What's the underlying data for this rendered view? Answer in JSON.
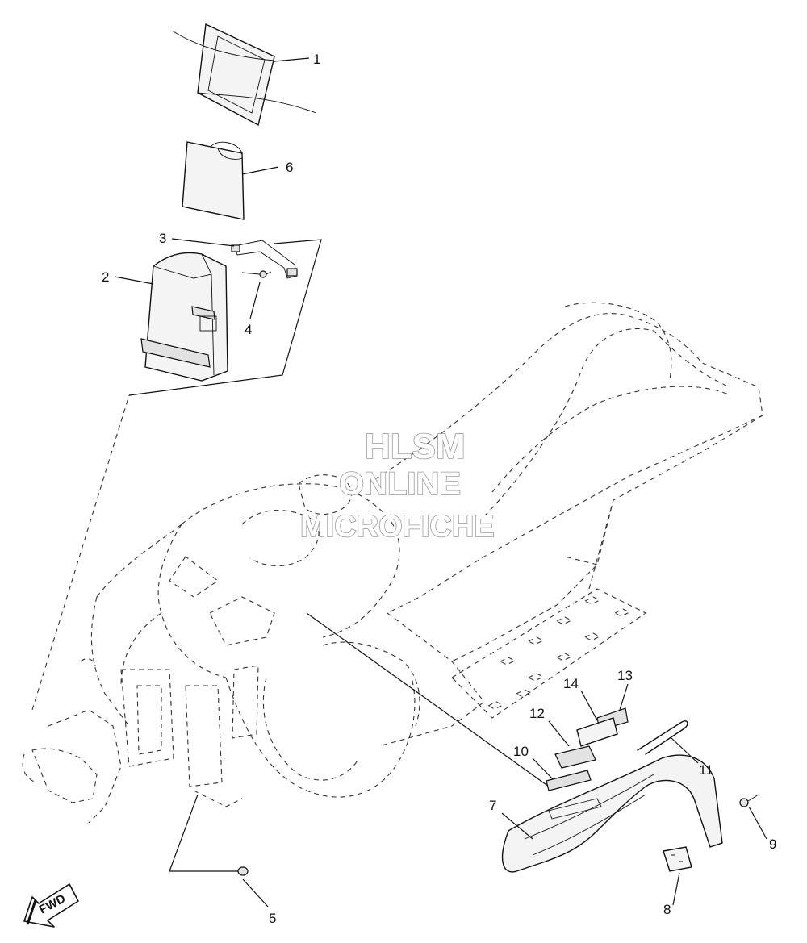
{
  "watermark": {
    "line1": "HLSM",
    "line2": "ONLINE",
    "line3": "MICROFICHE"
  },
  "direction_arrow": {
    "label": "FWD",
    "icon": "forward-arrow-icon"
  },
  "callouts": [
    {
      "id": "1",
      "label": "1"
    },
    {
      "id": "2",
      "label": "2"
    },
    {
      "id": "3",
      "label": "3"
    },
    {
      "id": "4",
      "label": "4"
    },
    {
      "id": "5",
      "label": "5"
    },
    {
      "id": "6",
      "label": "6"
    },
    {
      "id": "7",
      "label": "7"
    },
    {
      "id": "8",
      "label": "8"
    },
    {
      "id": "9",
      "label": "9"
    },
    {
      "id": "10",
      "label": "10"
    },
    {
      "id": "11",
      "label": "11"
    },
    {
      "id": "12",
      "label": "12"
    },
    {
      "id": "13",
      "label": "13"
    },
    {
      "id": "14",
      "label": "14"
    }
  ]
}
